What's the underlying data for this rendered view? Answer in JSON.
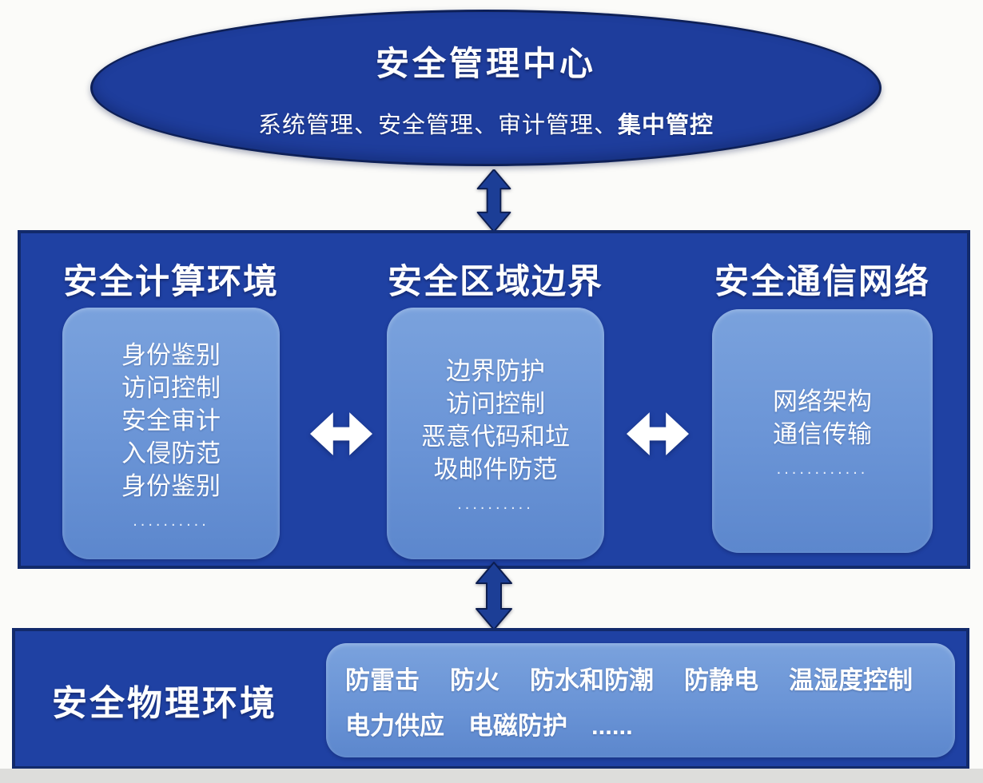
{
  "colors": {
    "panel_blue": "#1f41a3",
    "panel_border": "#122a6b",
    "ellipse_blue": "#1e3d9c",
    "inner_box_blue_top": "#7aa2dd",
    "inner_box_blue_bottom": "#5c87cd",
    "arrow_navy": "#1c3e96",
    "arrow_white": "#ffffff",
    "text_white": "#ffffff",
    "footer_strip": "#dddddb"
  },
  "top_ellipse": {
    "title": "安全管理中心",
    "subtitle_regular": "系统管理、安全管理、审计管理、",
    "subtitle_bold": "集中管控"
  },
  "middle_panel": {
    "columns": [
      {
        "heading": "安全计算环境",
        "items": [
          "身份鉴别",
          "访问控制",
          "安全审计",
          "入侵防范",
          "身份鉴别"
        ],
        "dots": ".........."
      },
      {
        "heading": "安全区域边界",
        "items": [
          "边界防护",
          "访问控制",
          "恶意代码和垃圾邮件防范"
        ],
        "dots": ".........."
      },
      {
        "heading": "安全通信网络",
        "items": [
          "网络架构",
          "通信传输"
        ],
        "dots": "............"
      }
    ]
  },
  "bottom_panel": {
    "heading": "安全物理环境",
    "line1": [
      "防雷击",
      "防火",
      "防水和防潮",
      "防静电",
      "温湿度控制"
    ],
    "line2": [
      "电力供应",
      "电磁防护",
      "......"
    ]
  },
  "icons": {
    "vertical_connector": "double-arrow-vertical-icon",
    "horizontal_connector": "double-arrow-horizontal-icon"
  }
}
